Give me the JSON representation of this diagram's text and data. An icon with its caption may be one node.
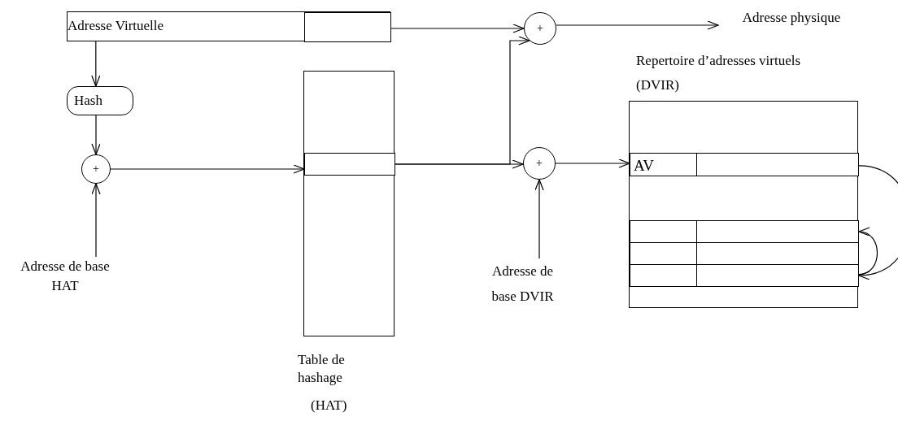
{
  "diagram": {
    "nodes": [
      {
        "text": [
          "Adresse Virtuelle"
        ]
      },
      {
        "text": [],
        "shape": "box",
        "in": 0
      },
      {
        "text": [
          "Hash"
        ]
      },
      {
        "text": [
          "+"
        ]
      },
      {
        "text": [
          "Adresse de base HAT"
        ]
      },
      {
        "text": [],
        "shape": "box",
        "beside": [
          "Table de hashage",
          "(HAT)"
        ]
      },
      {
        "text": [],
        "shape": "box",
        "in": 5
      },
      {
        "text": [
          "+"
        ]
      },
      {
        "text": [
          "Adresse physique"
        ]
      },
      {
        "text": [
          "+"
        ]
      },
      {
        "text": [
          "Adresse de base DVIR"
        ]
      },
      {
        "text": [],
        "shape": "box",
        "beside": [
          "Repertoire d’adresses virtuels (DVIR)"
        ]
      },
      {
        "text": [
          "AV"
        ],
        "in": 11
      },
      {
        "text": [],
        "shape": "box",
        "in": 11
      },
      {
        "text": [],
        "shape": "box",
        "in": 11
      },
      {
        "text": [],
        "shape": "box",
        "in": 11
      }
    ],
    "edges": [
      {
        "from": 0,
        "to": 2,
        "arrow": "to"
      },
      {
        "from": 2,
        "to": 3,
        "arrow": "to"
      },
      {
        "from": 4,
        "to": 3,
        "arrow": "to"
      },
      {
        "from": 3,
        "to": 6,
        "arrow": "to"
      },
      {
        "from": 6,
        "to": 9,
        "arrow": "to"
      },
      {
        "from": 1,
        "to": 7,
        "arrow": "to"
      },
      {
        "from": 6,
        "to": 7,
        "arrow": "to"
      },
      {
        "from": 7,
        "to": 8,
        "arrow": "to"
      },
      {
        "from": 10,
        "to": 9,
        "arrow": "to"
      },
      {
        "from": 9,
        "to": 12,
        "arrow": "to"
      },
      {
        "from": 12,
        "to": 15,
        "arrow": "to"
      },
      {
        "from": 15,
        "to": 13,
        "arrow": "to"
      }
    ]
  }
}
